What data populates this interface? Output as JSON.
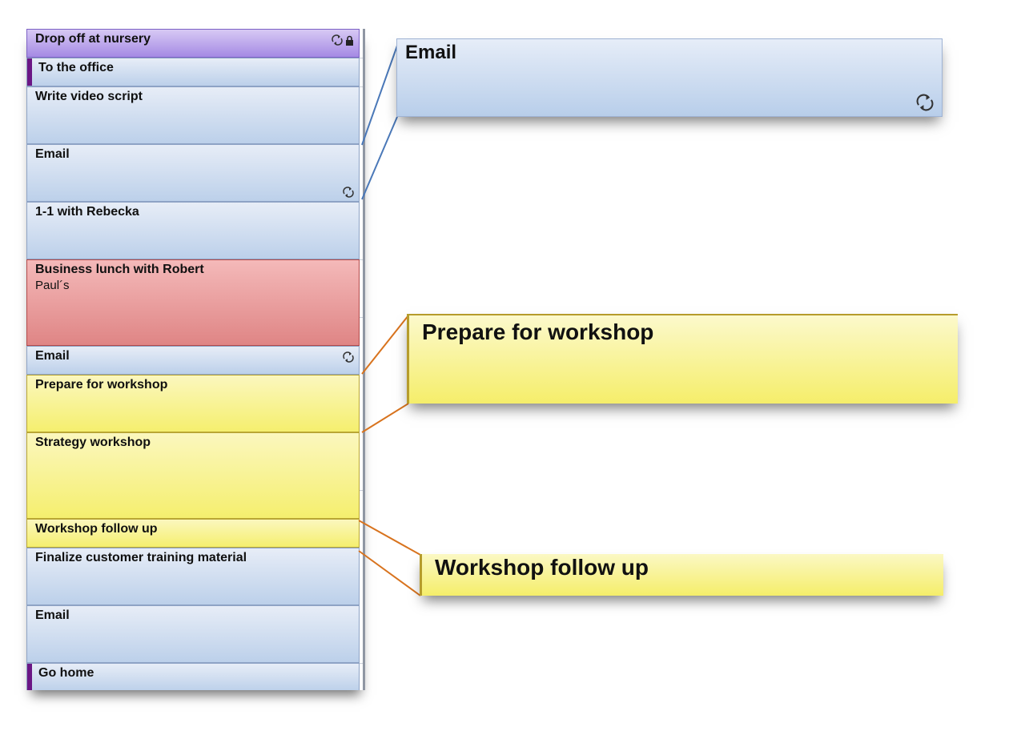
{
  "appointments": [
    {
      "title": "Drop off at nursery",
      "subtitle": "",
      "color": "#a58ae4",
      "recurring": true,
      "private": true
    },
    {
      "title": "To the office",
      "subtitle": "",
      "color": "#bcd0ea",
      "flag_color": "#6b1685"
    },
    {
      "title": "Write video script",
      "subtitle": "",
      "color": "#bcd0ea"
    },
    {
      "title": "Email",
      "subtitle": "",
      "color": "#bcd0ea",
      "recurring": true
    },
    {
      "title": "1-1 with Rebecka",
      "subtitle": "",
      "color": "#bcd0ea"
    },
    {
      "title": "Business lunch with Robert",
      "subtitle": "Paul´s",
      "color": "#df8585"
    },
    {
      "title": "Email",
      "subtitle": "",
      "color": "#bcd0ea",
      "recurring": true
    },
    {
      "title": "Prepare for workshop",
      "subtitle": "",
      "color": "#f5ef6e"
    },
    {
      "title": "Strategy workshop",
      "subtitle": "",
      "color": "#f5ef6e"
    },
    {
      "title": "Workshop follow up",
      "subtitle": "",
      "color": "#f5ef6e"
    },
    {
      "title": "Finalize customer training material",
      "subtitle": "",
      "color": "#bcd0ea"
    },
    {
      "title": "Email",
      "subtitle": "",
      "color": "#bcd0ea"
    },
    {
      "title": "Go home",
      "subtitle": "",
      "color": "#bcd0ea",
      "flag_color": "#6b1685"
    }
  ],
  "callouts": {
    "email": {
      "title": "Email",
      "recurring": true,
      "connector_color": "#4a78b8"
    },
    "workshop": {
      "title": "Prepare for workshop",
      "connector_color": "#d8731e"
    },
    "followup": {
      "title": "Workshop follow up",
      "connector_color": "#d8731e"
    }
  },
  "icons": {
    "recurring": "recurrence-arrows-icon",
    "private": "lock-icon"
  }
}
